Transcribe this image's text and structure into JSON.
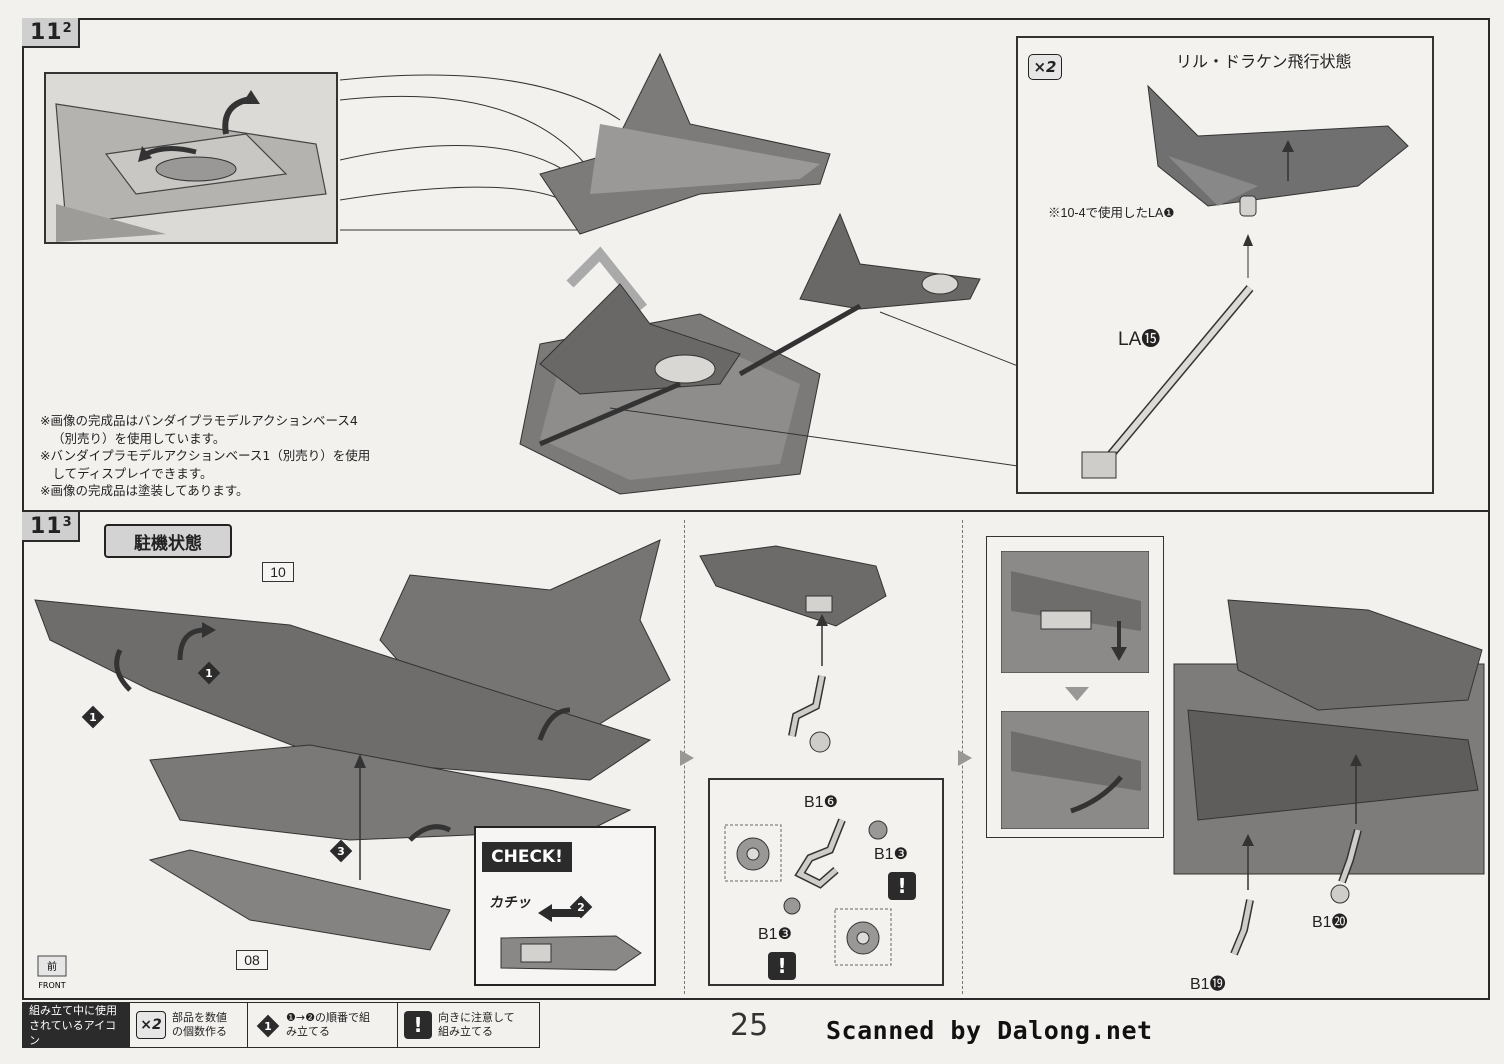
{
  "step_11_2": {
    "tag_main": "11",
    "tag_sub": "2",
    "qty_icon": "×2",
    "right_panel_title": "リル・ドラケン飛行状態",
    "reference_note": "※10-4で使用したLA❶",
    "part_la15": "LA⓯",
    "notes": [
      "※画像の完成品はバンダイプラモデルアクションベース4",
      "（別売り）を使用しています。",
      "※バンダイプラモデルアクションベース1（別売り）を使用",
      "　してディスプレイできます。",
      "※画像の完成品は塗装してあります。"
    ]
  },
  "step_11_3": {
    "tag_main": "11",
    "tag_sub": "3",
    "state_label": "駐機状態",
    "part_10": "10",
    "part_08": "08",
    "step_1": "1",
    "step_2": "2",
    "step_3": "3",
    "check_label": "CHECK!",
    "click_sound": "カチッ",
    "part_b1_6": "B1❻",
    "part_b1_3a": "B1❸",
    "part_b1_3b": "B1❸",
    "part_b1_19": "B1⓳",
    "part_b1_20": "B1⓴",
    "front_kanji": "前",
    "front_label": "FRONT"
  },
  "legend": {
    "header": "組み立て中に使用されているアイコン",
    "items": [
      {
        "icon": "×2",
        "text": "部品を数値の個数作る"
      },
      {
        "icon": "1",
        "text": "❶→❷の順番で組み立てる"
      },
      {
        "icon": "!",
        "text": "向きに注意して組み立てる"
      }
    ]
  },
  "page_number": "25",
  "scanner_credit": "Scanned by Dalong.net",
  "colors": {
    "ink": "#2a2a2a",
    "paper": "#f3f1ee",
    "tone": "#8a8a8a",
    "tag_gray": "#cfcfcf"
  }
}
